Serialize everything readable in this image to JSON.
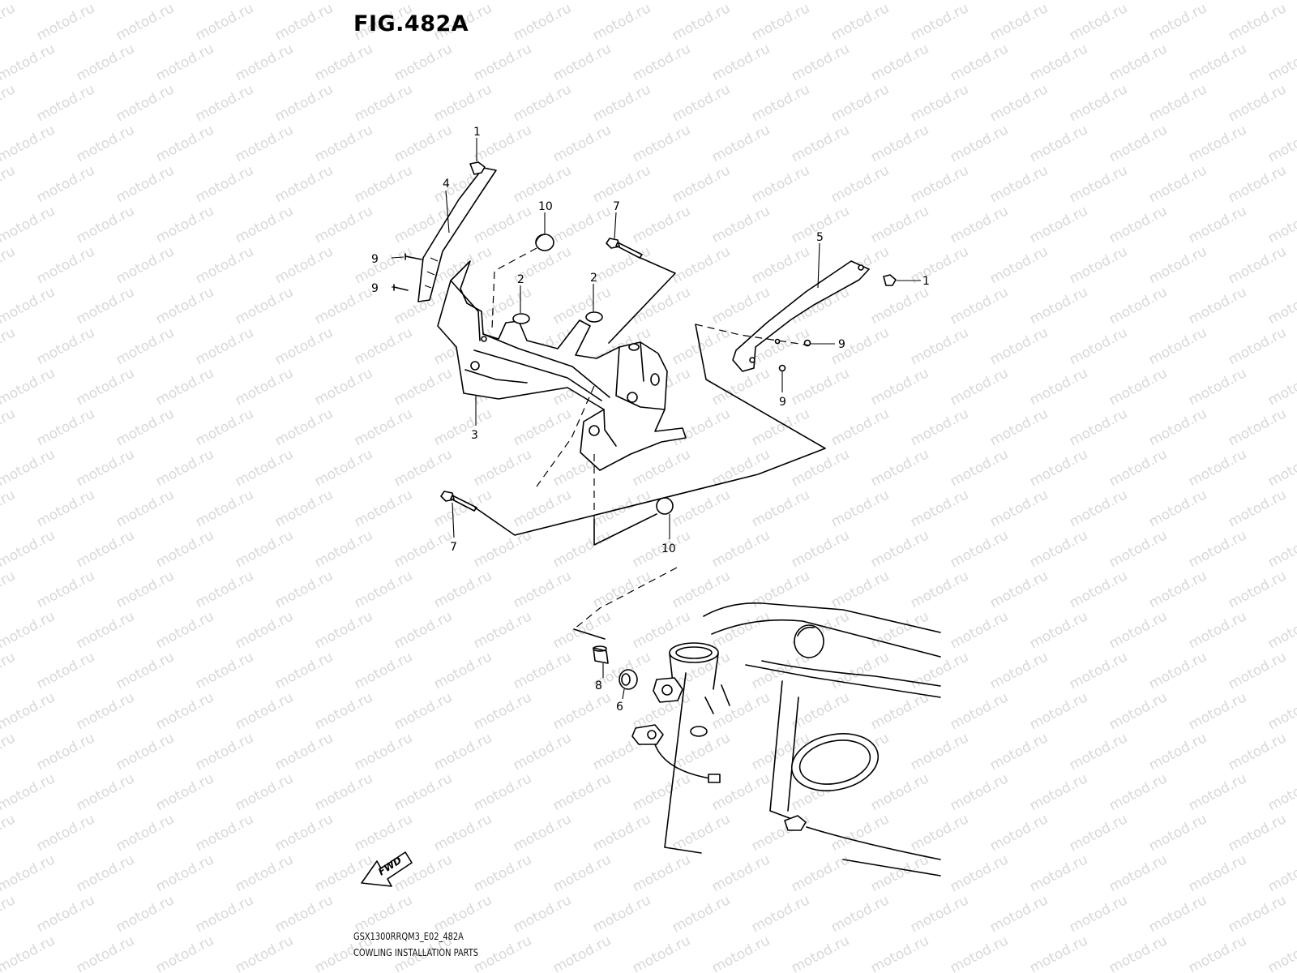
{
  "figure": {
    "title": "FIG.482A",
    "code": "GSX1300RRQM3_E02_482A",
    "description": "COWLING INSTALLATION PARTS"
  },
  "watermark_text": "motod.ru",
  "fwd_text": "FWD",
  "callouts": [
    "1",
    "4",
    "10",
    "7",
    "5",
    "1",
    "9",
    "9",
    "2",
    "2",
    "9",
    "9",
    "3",
    "7",
    "10",
    "8",
    "6"
  ]
}
